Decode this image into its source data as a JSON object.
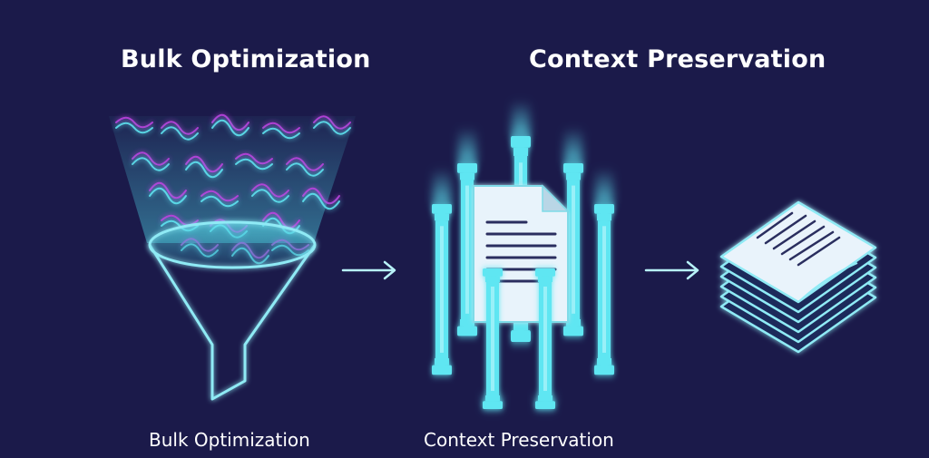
{
  "headings": {
    "bulk": "Bulk Optimization",
    "context": "Context Preservation"
  },
  "captions": {
    "bulk": "Bulk Optimization",
    "context": "Context Preservation"
  },
  "colors": {
    "background": "#1b1a4a",
    "cyan": "#5fe6f2",
    "magenta": "#c040e0",
    "paper": "#e6f0fa"
  },
  "icons": {
    "funnel": "funnel-icon",
    "arrow": "arrow-right-icon",
    "pillars": "pillar-icon",
    "document": "document-icon",
    "stack": "paper-stack-icon"
  }
}
